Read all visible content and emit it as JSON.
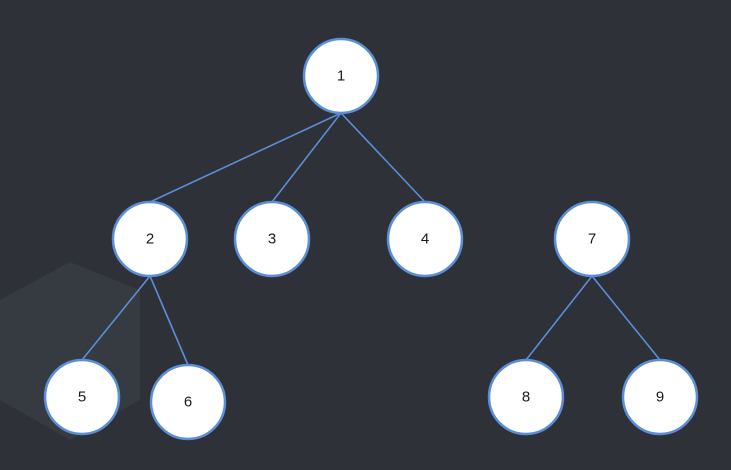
{
  "diagram": {
    "type": "tree",
    "colors": {
      "background": "#2e3138",
      "node_fill": "#ffffff",
      "node_stroke": "#5b8ed6",
      "edge": "#5b8ed6",
      "label": "#1a1a1a"
    },
    "nodes": [
      {
        "id": "1",
        "label": "1"
      },
      {
        "id": "2",
        "label": "2"
      },
      {
        "id": "3",
        "label": "3"
      },
      {
        "id": "4",
        "label": "4"
      },
      {
        "id": "5",
        "label": "5"
      },
      {
        "id": "6",
        "label": "6"
      },
      {
        "id": "7",
        "label": "7"
      },
      {
        "id": "8",
        "label": "8"
      },
      {
        "id": "9",
        "label": "9"
      }
    ],
    "edges": [
      {
        "from": "1",
        "to": "2"
      },
      {
        "from": "1",
        "to": "3"
      },
      {
        "from": "1",
        "to": "4"
      },
      {
        "from": "2",
        "to": "5"
      },
      {
        "from": "2",
        "to": "6"
      },
      {
        "from": "7",
        "to": "8"
      },
      {
        "from": "7",
        "to": "9"
      }
    ]
  }
}
